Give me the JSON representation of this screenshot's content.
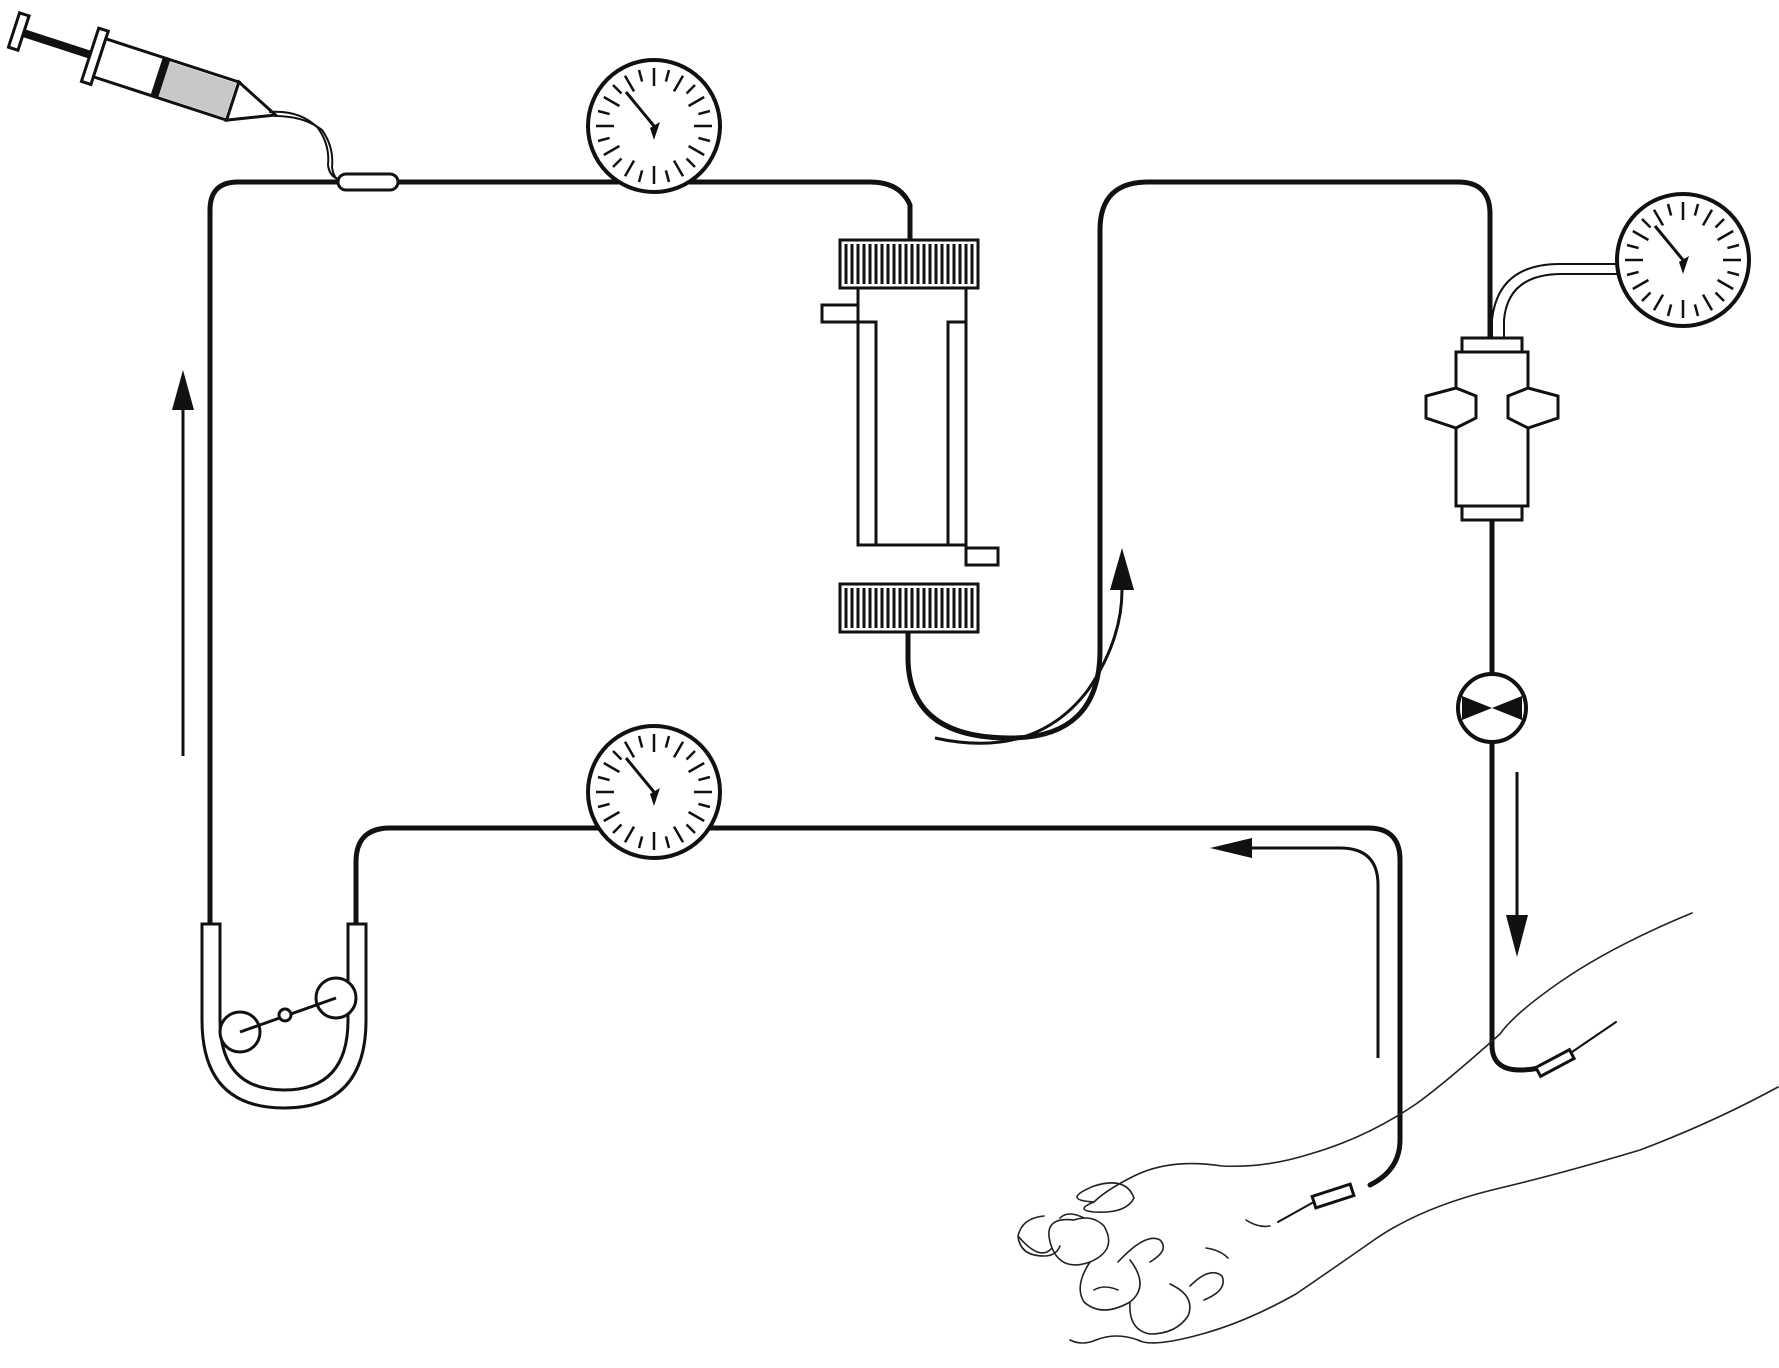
{
  "diagram": {
    "components": [
      {
        "id": "syringe",
        "icon": "syringe-icon"
      },
      {
        "id": "gauge-top",
        "icon": "pressure-gauge-icon"
      },
      {
        "id": "gauge-bottom",
        "icon": "pressure-gauge-icon"
      },
      {
        "id": "gauge-right",
        "icon": "pressure-gauge-icon"
      },
      {
        "id": "dialyzer",
        "icon": "dialyzer-icon"
      },
      {
        "id": "blood-pump",
        "icon": "roller-pump-icon"
      },
      {
        "id": "air-trap",
        "icon": "drip-chamber-icon"
      },
      {
        "id": "clamp",
        "icon": "clamp-icon"
      },
      {
        "id": "arm",
        "icon": "patient-arm-icon"
      }
    ],
    "flow_arrows": [
      "up",
      "up",
      "left",
      "down"
    ],
    "colors": {
      "line": "#111111",
      "background": "#ffffff",
      "syringe_fill": "#c8c8c8"
    }
  }
}
